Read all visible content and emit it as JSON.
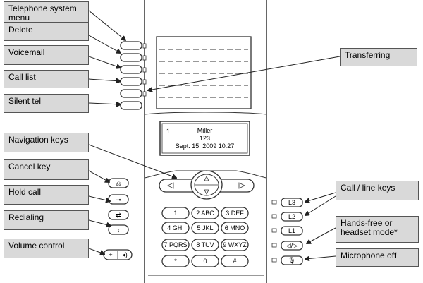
{
  "callouts": {
    "telephone_system_menu": "Telephone system menu",
    "delete": "Delete",
    "voicemail": "Voicemail",
    "call_list": "Call list",
    "silent_tel": "Silent tel",
    "navigation_keys": "Navigation keys",
    "cancel_key": "Cancel key",
    "hold_call": "Hold call",
    "redialing": "Redialing",
    "volume_control": "Volume control",
    "transferring": "Transferring",
    "call_line_keys": "Call / line keys",
    "handsfree": "Hands-free or headset mode*",
    "microphone_off": "Microphone off"
  },
  "display": {
    "line_number": "1",
    "name": "Miller",
    "number": "123",
    "datetime": "Sept. 15, 2009  10:27"
  },
  "keypad": {
    "keys": [
      "1",
      "2 ABC",
      "3 DEF",
      "4 GHI",
      "5 JKL",
      "6 MNO",
      "7 PQRS",
      "8 TUV",
      "9 WXYZ",
      "*",
      "0",
      "#"
    ]
  },
  "line_keys": [
    "L3",
    "L2",
    "L1"
  ],
  "icons": {
    "nav_up": "up-arrow-icon",
    "nav_down": "down-arrow-icon",
    "nav_left": "left-arrow-icon",
    "nav_right": "right-arrow-icon",
    "handsfree": "speaker-icon",
    "mic_off": "microphone-icon"
  }
}
